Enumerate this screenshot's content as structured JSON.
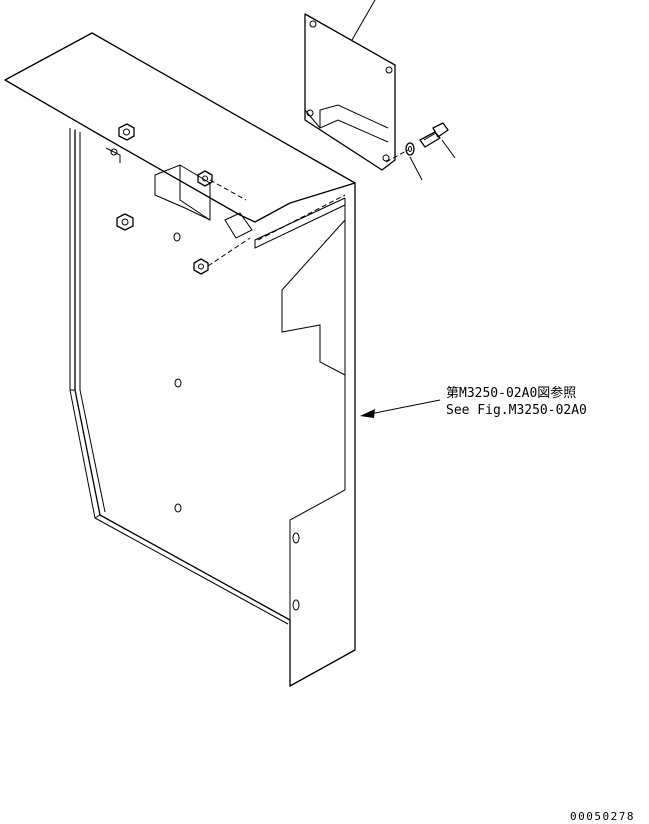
{
  "reference_note": {
    "jp": "第M3250-02A0図参照",
    "en": "See Fig.M3250-02A0"
  },
  "drawing_number": "00050278"
}
